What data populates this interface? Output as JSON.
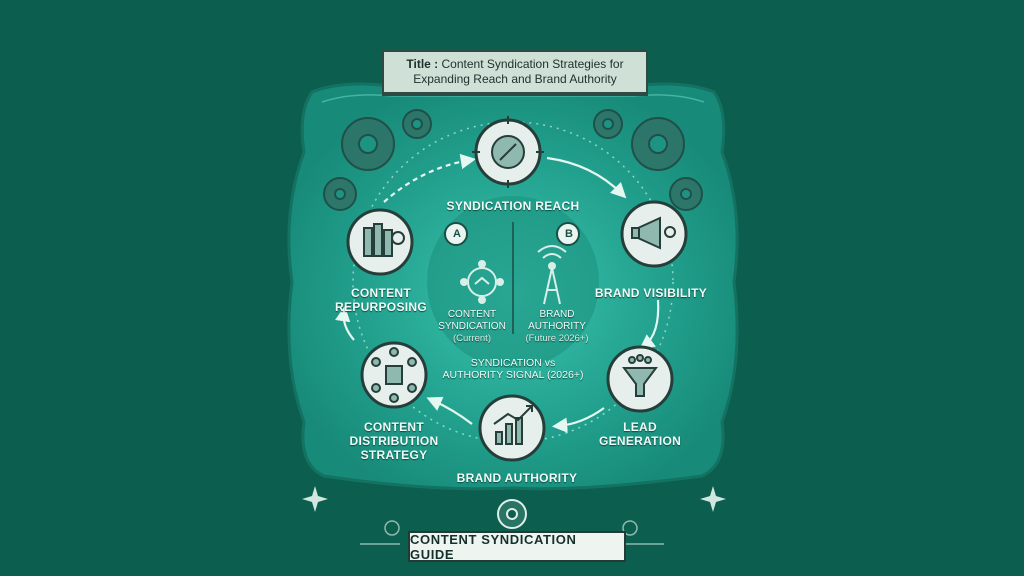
{
  "title": {
    "prefix": "Title :",
    "line1": "Content Syndication Strategies for",
    "line2": "Expanding Reach and Brand Authority"
  },
  "nodes": {
    "syndication_reach": "SYNDICATION REACH",
    "brand_visibility": "BRAND VISIBILITY",
    "lead_generation": [
      "LEAD",
      "GENERATION"
    ],
    "brand_authority": "BRAND AUTHORITY",
    "content_distribution": [
      "CONTENT",
      "DISTRIBUTION",
      "STRATEGY"
    ],
    "content_repurposing": [
      "CONTENT",
      "REPURPOSING"
    ]
  },
  "center": {
    "badge_a": "A",
    "badge_b": "B",
    "left_title": [
      "CONTENT",
      "SYNDICATION"
    ],
    "left_sub": "(Current)",
    "right_title": [
      "BRAND",
      "AUTHORITY"
    ],
    "right_sub": "(Future 2026+)",
    "caption": [
      "SYNDICATION vs",
      "AUTHORITY SIGNAL (2026+)"
    ]
  },
  "footer": {
    "label": "CONTENT SYNDICATION GUIDE"
  },
  "icons": [
    "compass-icon",
    "megaphone-icon",
    "funnel-icon",
    "growth-chart-icon",
    "network-hub-icon",
    "books-icon",
    "handshake-icon",
    "radio-tower-icon",
    "gear-icon",
    "sparkle-icon"
  ],
  "colors": {
    "background": "#0c5e4f",
    "board": "#1f9a88",
    "inner_glow": "#2bb7a3",
    "ring_arrow": "#d9f3ec",
    "node_fill": "#e6efec",
    "dark_outline": "#263e39"
  }
}
